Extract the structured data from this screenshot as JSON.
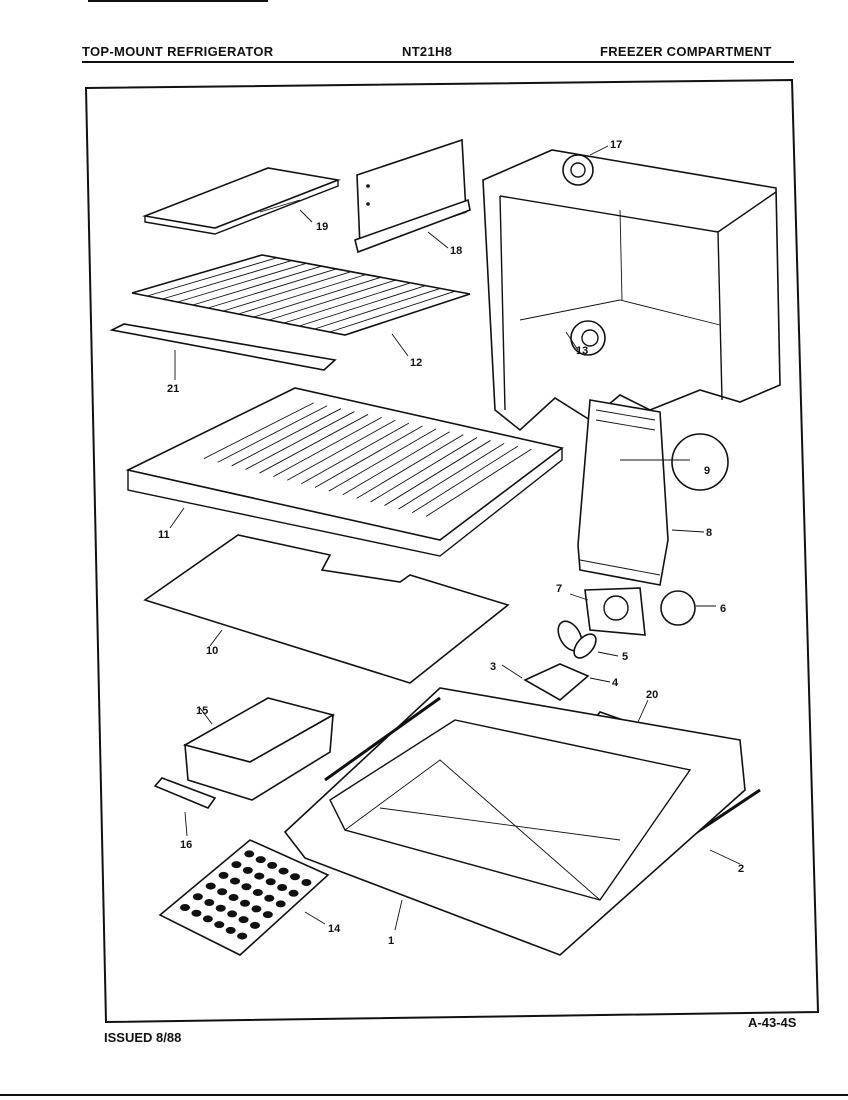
{
  "header": {
    "left": "TOP-MOUNT REFRIGERATOR",
    "model": "NT21H8",
    "section": "FREEZER COMPARTMENT"
  },
  "footer": {
    "issued": "ISSUED 8/88",
    "figure": "A-43-4S"
  },
  "callouts": [
    "1",
    "2",
    "3",
    "4",
    "5",
    "6",
    "7",
    "8",
    "9",
    "10",
    "11",
    "12",
    "13",
    "14",
    "15",
    "16",
    "17",
    "18",
    "19",
    "20",
    "21"
  ]
}
